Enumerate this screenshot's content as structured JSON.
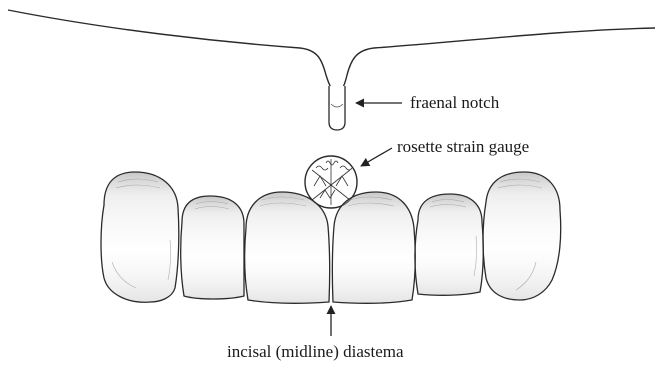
{
  "labels": {
    "fraenal_notch": "fraenal notch",
    "rosette_strain_gauge": "rosette strain gauge",
    "incisal_diastema": "incisal (midline) diastema"
  },
  "colors": {
    "line": "#2b2b2b",
    "shade": "#8a8a8a",
    "paper": "#ffffff"
  }
}
